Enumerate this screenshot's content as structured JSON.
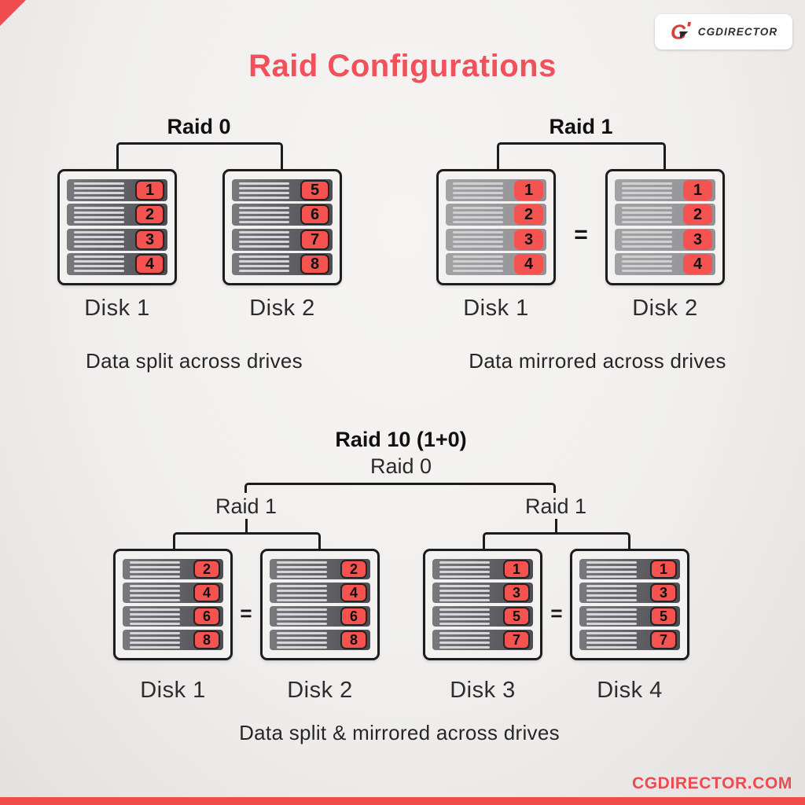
{
  "title": "Raid Configurations",
  "logo": {
    "text": "CGDIRECTOR",
    "mark": "G"
  },
  "footer": {
    "site": "CGDIRECTOR.COM"
  },
  "colors": {
    "accent_red": "#f0515a",
    "chip_red": "#f4534f",
    "bar_red": "#ef4c4a",
    "line_dark": "#1c1c1c",
    "disk_fill": "#f3f2f0",
    "row_dark": "#626266",
    "row_light": "#9b9b9e"
  },
  "sections": {
    "raid0": {
      "label": "Raid 0",
      "caption": "Data split across drives",
      "disks": [
        {
          "name": "Disk 1",
          "blocks": [
            "1",
            "2",
            "3",
            "4"
          ]
        },
        {
          "name": "Disk 2",
          "blocks": [
            "5",
            "6",
            "7",
            "8"
          ]
        }
      ]
    },
    "raid1": {
      "label": "Raid 1",
      "equals": "=",
      "caption": "Data mirrored across drives",
      "disks": [
        {
          "name": "Disk 1",
          "blocks": [
            "1",
            "2",
            "3",
            "4"
          ]
        },
        {
          "name": "Disk 2",
          "blocks": [
            "1",
            "2",
            "3",
            "4"
          ]
        }
      ]
    },
    "raid10": {
      "label": "Raid 10 (1+0)",
      "top_level_label": "Raid 0",
      "left_group_label": "Raid 1",
      "right_group_label": "Raid 1",
      "equals": "=",
      "caption": "Data split & mirrored across drives",
      "disks": [
        {
          "name": "Disk 1",
          "blocks": [
            "2",
            "4",
            "6",
            "8"
          ]
        },
        {
          "name": "Disk 2",
          "blocks": [
            "2",
            "4",
            "6",
            "8"
          ]
        },
        {
          "name": "Disk 3",
          "blocks": [
            "1",
            "3",
            "5",
            "7"
          ]
        },
        {
          "name": "Disk 4",
          "blocks": [
            "1",
            "3",
            "5",
            "7"
          ]
        }
      ]
    }
  }
}
